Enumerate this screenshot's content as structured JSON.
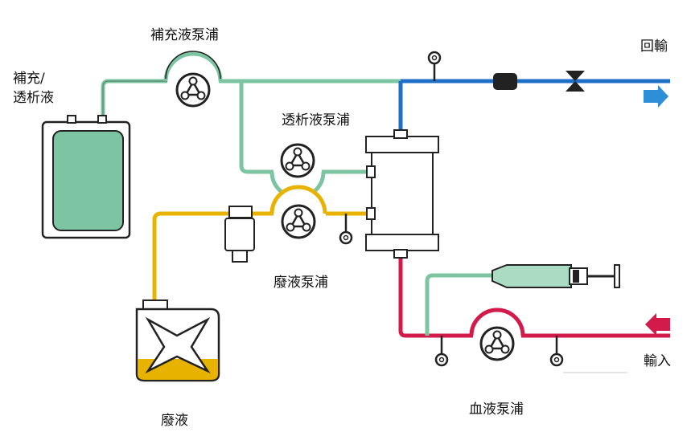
{
  "labels": {
    "replenish_pump": "補充液泵浦",
    "replenish_bag_line1": "補充/",
    "replenish_bag_line2": "透析液",
    "dialysate_pump": "透析液泵浦",
    "waste_pump": "廢液泵浦",
    "waste": "廢液",
    "blood_pump": "血液泵浦",
    "return": "回輸",
    "input": "輸入"
  },
  "colors": {
    "replenish_line": "#7cc4a2",
    "return_line": "#1f6fc7",
    "waste_line": "#e8b200",
    "blood_line": "#d21b4a",
    "fluid_fill": "#7cc4a2",
    "waste_fill": "#e8b200"
  },
  "icons": [
    "peristaltic-pump-icon",
    "pressure-gauge-icon",
    "clamp-icon",
    "valve-icon",
    "syringe-icon",
    "arrow-right-icon",
    "arrow-left-icon"
  ]
}
